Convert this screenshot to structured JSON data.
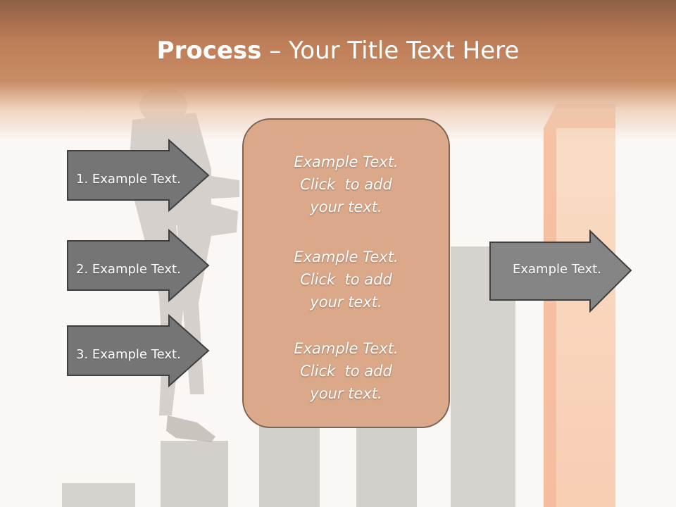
{
  "slide": {
    "title_bold": "Process",
    "title_separator": " – ",
    "title_rest": "Your Title Text Here"
  },
  "left_arrows": [
    {
      "label": "1. Example Text."
    },
    {
      "label": "2. Example Text."
    },
    {
      "label": "3. Example Text."
    }
  ],
  "center_box": {
    "paragraphs": [
      {
        "lines": [
          "Example Text.",
          "Click  to add",
          "your text."
        ]
      },
      {
        "lines": [
          "Example Text.",
          "Click  to add",
          "your text."
        ]
      },
      {
        "lines": [
          "Example Text.",
          "Click  to add",
          "your text."
        ]
      }
    ]
  },
  "right_arrow": {
    "label": "Example Text."
  },
  "colors": {
    "header": "#c98d66",
    "arrow_fill": "#757575",
    "arrow_border": "#3f3f3f",
    "box_fill": "#dba98a",
    "box_border": "#7e6455",
    "bar_gray": "#d3d0cc",
    "bar_peach": "#f8c9ad"
  }
}
